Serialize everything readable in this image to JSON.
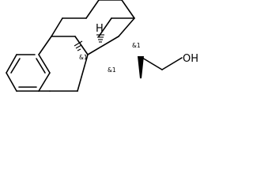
{
  "molecule": {
    "atoms": {
      "oxygen": {
        "label": "OH"
      },
      "h_ring_fusion": {
        "label": "H"
      }
    },
    "stereo_labels": {
      "c4a": "&1",
      "c10a": "&1",
      "c1": "&1"
    },
    "colors": {
      "bond": "#000000",
      "text": "#000000",
      "background": "#ffffff"
    }
  }
}
